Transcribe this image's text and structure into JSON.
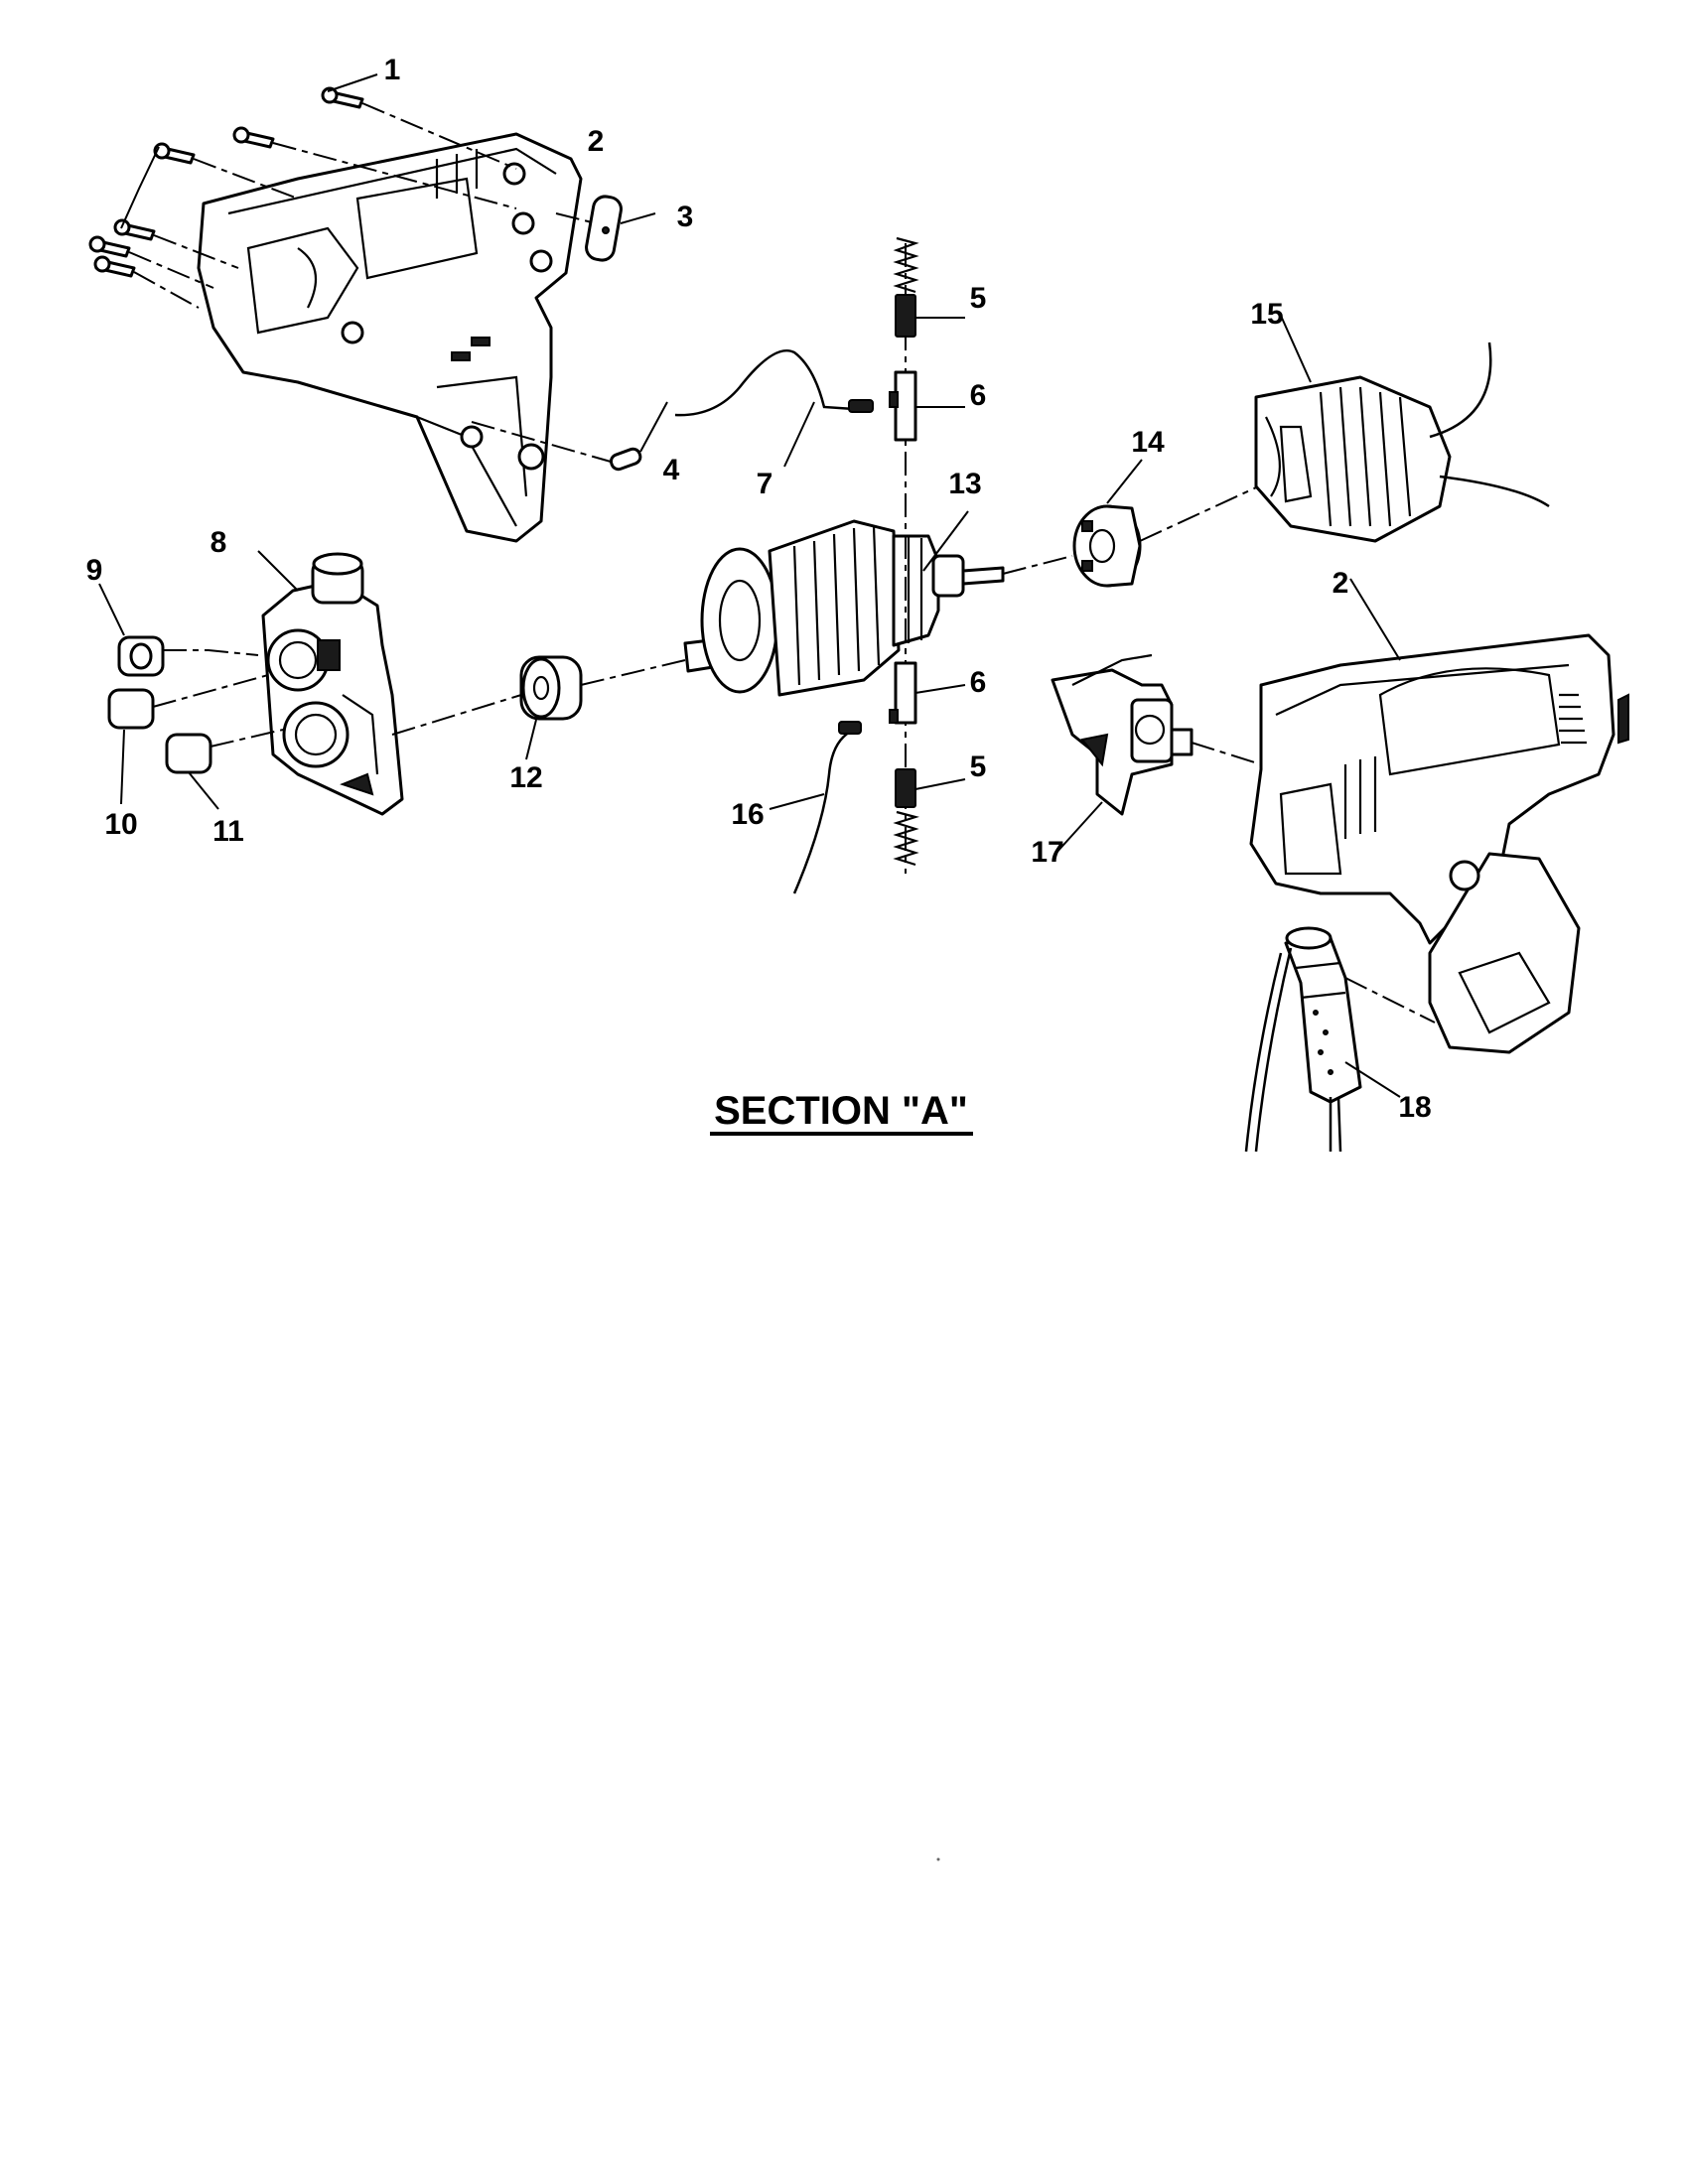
{
  "section_title": "SECTION \"A\"",
  "part_numbers": {
    "p1": "1",
    "p2_top": "2",
    "p2_bottom": "2",
    "p3": "3",
    "p4": "4",
    "p5_top": "5",
    "p5_bottom": "5",
    "p6_top": "6",
    "p6_bottom": "6",
    "p7": "7",
    "p8": "8",
    "p9": "9",
    "p10": "10",
    "p11": "11",
    "p12": "12",
    "p13": "13",
    "p14": "14",
    "p15": "15",
    "p16": "16",
    "p17": "17",
    "p18": "18"
  }
}
